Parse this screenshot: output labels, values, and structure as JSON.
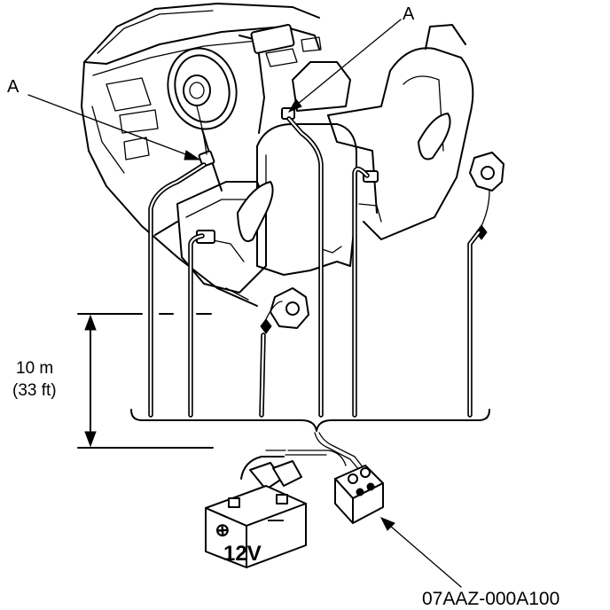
{
  "labels": {
    "callout_left": "A",
    "callout_top": "A",
    "distance_metric": "10 m",
    "distance_imperial": "(33 ft)",
    "battery_voltage": "12V",
    "tool_part_number": "07AAZ-000A100"
  },
  "icons": {
    "battery": "battery-icon",
    "deployment_tool": "deployment-tool-icon",
    "airbag_module": "airbag-connector-icon",
    "vehicle_interior": "vehicle-interior-icon"
  }
}
